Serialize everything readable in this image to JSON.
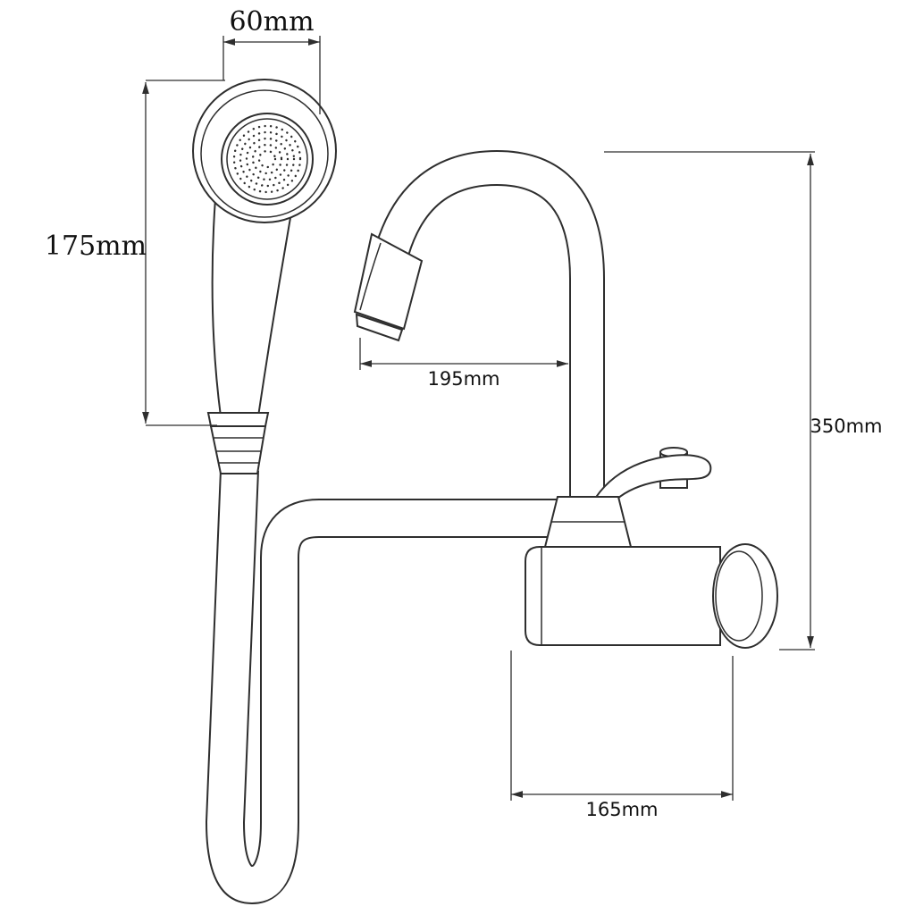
{
  "diagram": {
    "dimensions": {
      "shower_head_diameter": "60mm",
      "shower_head_length": "175mm",
      "spout_reach": "195mm",
      "overall_height": "350mm",
      "body_length": "165mm"
    }
  },
  "colors": {
    "line": "#2e2e2e",
    "background": "#ffffff",
    "text": "#111111"
  }
}
